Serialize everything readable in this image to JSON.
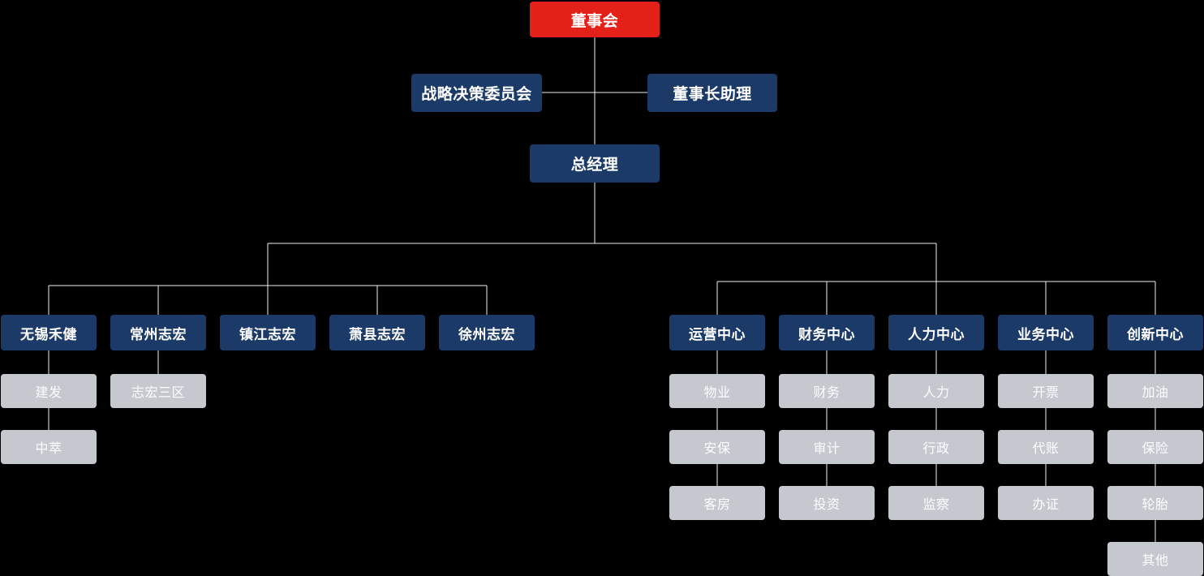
{
  "org_chart": {
    "root": "董事会",
    "advisors": [
      {
        "id": "strategy-committee",
        "label": "战略决策委员会"
      },
      {
        "id": "chairman-assistant",
        "label": "董事长助理"
      }
    ],
    "general_manager": "总经理",
    "left_branch": [
      {
        "label": "无锡禾健",
        "children": [
          "建发",
          "中萃"
        ]
      },
      {
        "label": "常州志宏",
        "children": [
          "志宏三区"
        ]
      },
      {
        "label": "镇江志宏",
        "children": []
      },
      {
        "label": "萧县志宏",
        "children": []
      },
      {
        "label": "徐州志宏",
        "children": []
      }
    ],
    "right_branch": [
      {
        "label": "运营中心",
        "children": [
          "物业",
          "安保",
          "客房"
        ]
      },
      {
        "label": "财务中心",
        "children": [
          "财务",
          "审计",
          "投资"
        ]
      },
      {
        "label": "人力中心",
        "children": [
          "人力",
          "行政",
          "监察"
        ]
      },
      {
        "label": "业务中心",
        "children": [
          "开票",
          "代账",
          "办证"
        ]
      },
      {
        "label": "创新中心",
        "children": [
          "加油",
          "保险",
          "轮胎",
          "其他"
        ]
      }
    ],
    "colors": {
      "root_bg": "#e32119",
      "dept_bg": "#1b3a68",
      "sub_bg": "#c5c8ce",
      "line": "#eff0f1",
      "background": "#000000",
      "text": "#ffffff"
    }
  }
}
